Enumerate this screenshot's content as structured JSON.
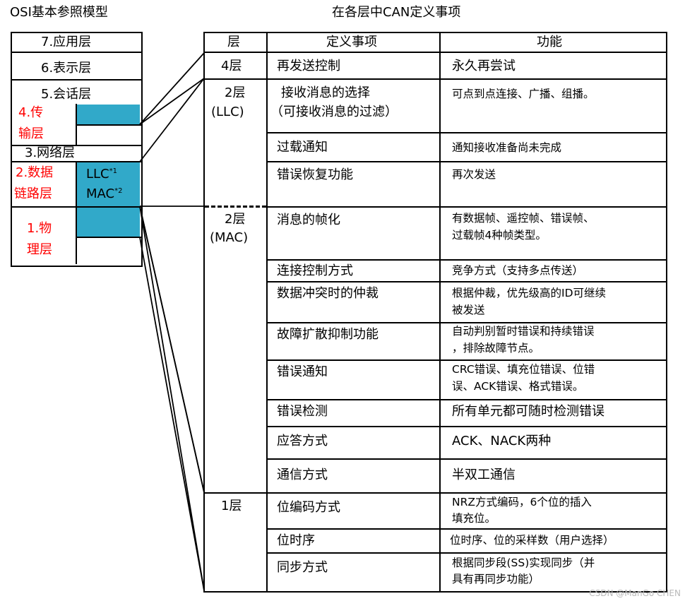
{
  "osi": {
    "title": "OSI基本参照模型",
    "l7": "7.应用层",
    "l6": "6.表示层",
    "l5": "5.会话层",
    "l4a": "4.传",
    "l4b": "输层",
    "l3": "3.网络层",
    "l2a": "2.数据",
    "l2b": "链路层",
    "llc": "LLC",
    "llc_sup": "*1",
    "mac": "MAC",
    "mac_sup": "*2",
    "l1a": "1.物",
    "l1b": "理层",
    "highlight_color": "#31a9c9",
    "red_color": "#ff0000"
  },
  "can_table": {
    "title": "在各层中CAN定义事项",
    "headers": [
      "层",
      "定义事项",
      "功能"
    ],
    "layers": {
      "l4": "4层",
      "llc_a": "2层",
      "llc_b": "(LLC)",
      "mac_a": "2层",
      "mac_b": "(MAC)",
      "l1": "1层"
    },
    "rows": [
      {
        "item": "再发送控制",
        "func": "永久再尝试"
      },
      {
        "item": "接收消息的选择",
        "item2": "（可接收消息的过滤）",
        "func": "可点到点连接、广播、组播。"
      },
      {
        "item": "过载通知",
        "func": "通知接收准备尚未完成"
      },
      {
        "item": "错误恢复功能",
        "func": "再次发送"
      },
      {
        "item": "消息的帧化",
        "func": "有数据帧、遥控帧、错误帧、",
        "func2": "过载帧4种帧类型。"
      },
      {
        "item": "连接控制方式",
        "func": "竞争方式（支持多点传送）"
      },
      {
        "item": "数据冲突时的仲裁",
        "func": "根据仲裁，优先级高的ID可继续",
        "func2": "被发送"
      },
      {
        "item": "故障扩散抑制功能",
        "func": "自动判别暂时错误和持续错误",
        "func2": "，排除故障节点。"
      },
      {
        "item": "错误通知",
        "func": "CRC错误、填充位错误、位错",
        "func2": "误、ACK错误、格式错误。"
      },
      {
        "item": "错误检测",
        "func": "所有单元都可随时检测错误"
      },
      {
        "item": "应答方式",
        "func": "ACK、NACK两种"
      },
      {
        "item": "通信方式",
        "func": "半双工通信"
      },
      {
        "item": "位编码方式",
        "func": "NRZ方式编码，6个位的插入",
        "func2": "填充位。"
      },
      {
        "item": "位时序",
        "func": "位时序、位的采样数（用户选择）"
      },
      {
        "item": "同步方式",
        "func": "根据同步段(SS)实现同步（并",
        "func2": "具有再同步功能）"
      }
    ]
  },
  "watermark": "CSDN @ManGo CHEN"
}
